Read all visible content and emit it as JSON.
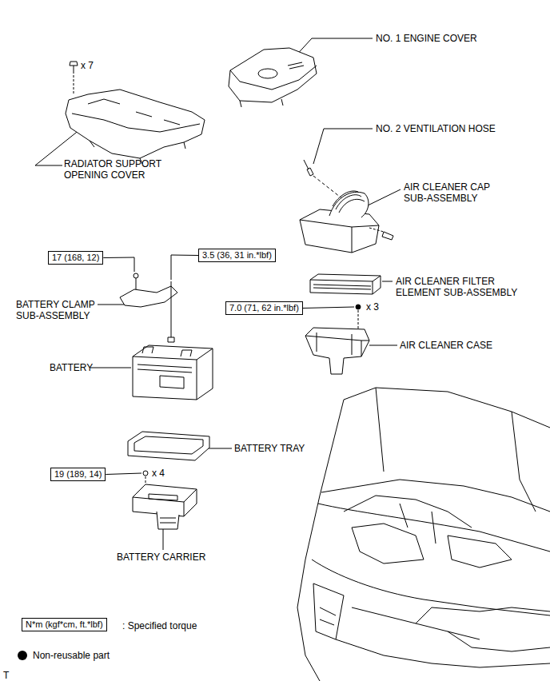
{
  "diagram": {
    "nodes": [
      {
        "text": [
          "17 (168, 12)"
        ]
      },
      {
        "text": [
          "3.5 (36, 31 in.*lbf)"
        ]
      },
      {
        "text": [
          "7.0 (71, 62 in.*lbf)"
        ]
      },
      {
        "text": [
          "19 (189, 14)"
        ]
      },
      {
        "text": [
          "N*m (kgf*cm, ft.*lbf)"
        ]
      }
    ],
    "labels": [
      "NO. 1 ENGINE COVER",
      "x 7",
      "RADIATOR SUPPORT OPENING COVER",
      "NO. 2 VENTILATION HOSE",
      "AIR CLEANER CAP SUB-ASSEMBLY",
      "AIR CLEANER FILTER ELEMENT SUB-ASSEMBLY",
      "x 3",
      "AIR CLEANER CASE",
      "BATTERY CLAMP SUB-ASSEMBLY",
      "BATTERY",
      "BATTERY TRAY",
      "x 4",
      "BATTERY CARRIER",
      "T"
    ],
    "legend": [
      {
        "text": ": Specified torque"
      },
      {
        "text": "Non-reusable part"
      }
    ]
  }
}
